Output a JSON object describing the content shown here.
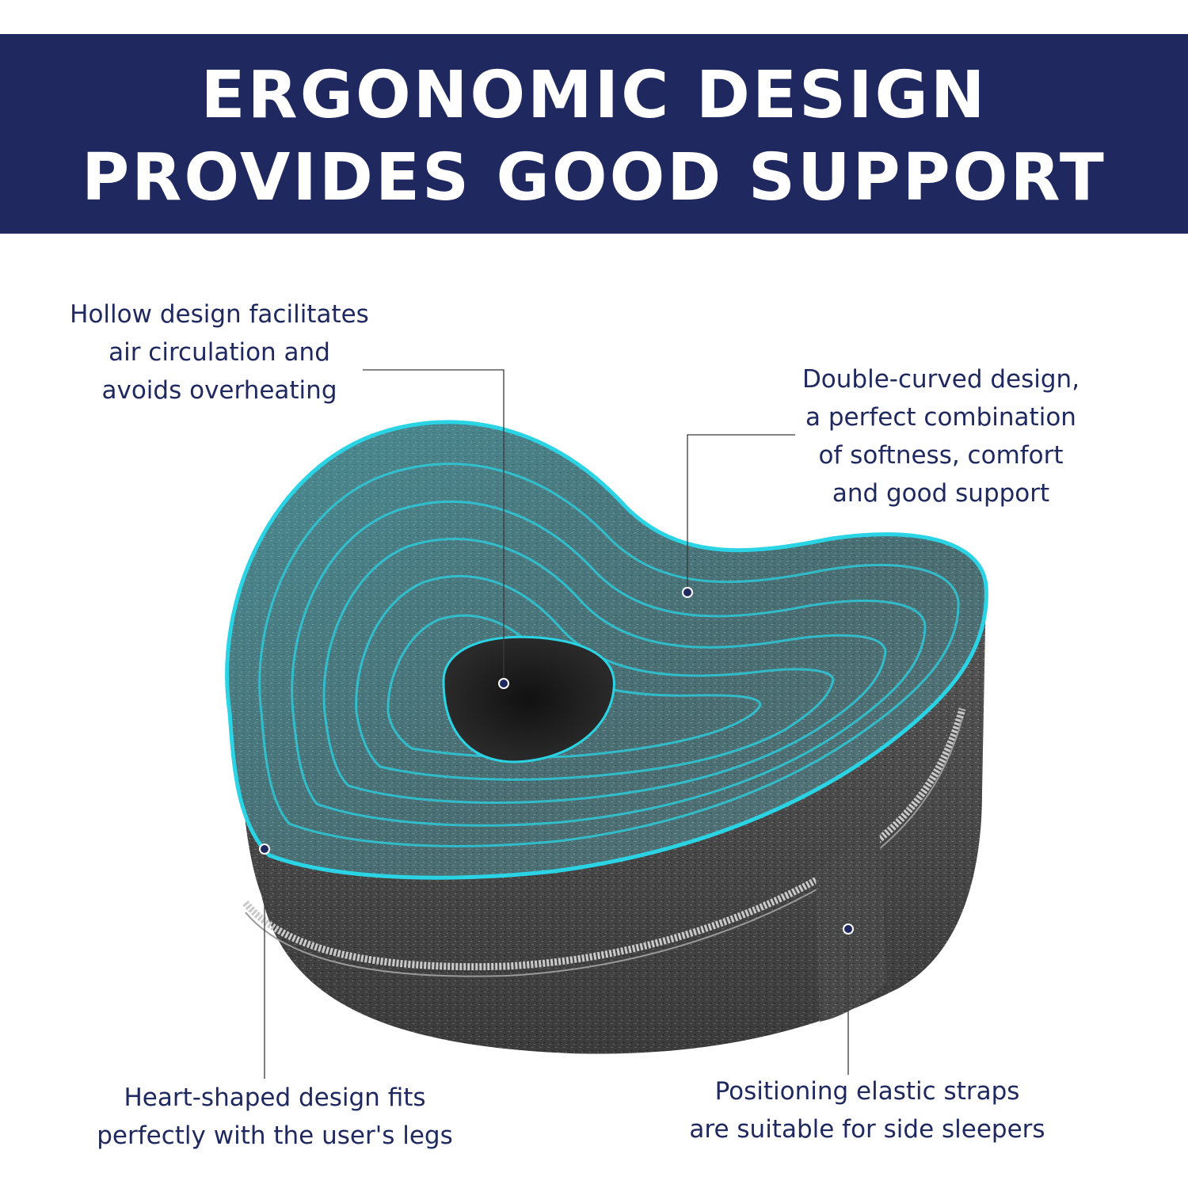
{
  "banner": {
    "line1": "ERGONOMIC DESIGN",
    "line2": "PROVIDES GOOD SUPPORT",
    "background_color": "#1f2960",
    "text_color": "#ffffff"
  },
  "callouts": {
    "hollow": [
      "Hollow design facilitates",
      "air circulation and",
      "avoids overheating"
    ],
    "double_curved": [
      "Double-curved design,",
      "a perfect combination",
      "of softness, comfort",
      "and good support"
    ],
    "heart_shaped": [
      "Heart-shaped design fits",
      "perfectly with the user's legs"
    ],
    "straps": [
      "Positioning elastic straps",
      "are suitable for side sleepers"
    ]
  },
  "product": {
    "image": "knee-pillow-illustration",
    "fabric_color": "#6b6b6b",
    "contour_color": "#2ad4e4"
  }
}
